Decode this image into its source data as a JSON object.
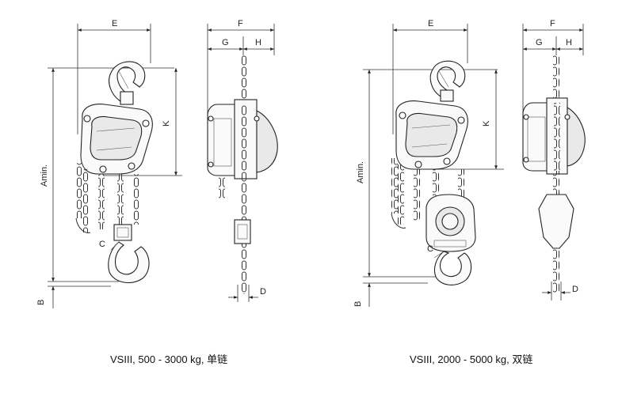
{
  "labels": {
    "E": "E",
    "F": "F",
    "G": "G",
    "H": "H",
    "K": "K",
    "Amin": "Amin.",
    "B": "B",
    "C": "C",
    "D": "D"
  },
  "captions": {
    "left": "VSIII, 500 - 3000 kg, 单链",
    "right": "VSIII, 2000 - 5000 kg, 双链"
  }
}
